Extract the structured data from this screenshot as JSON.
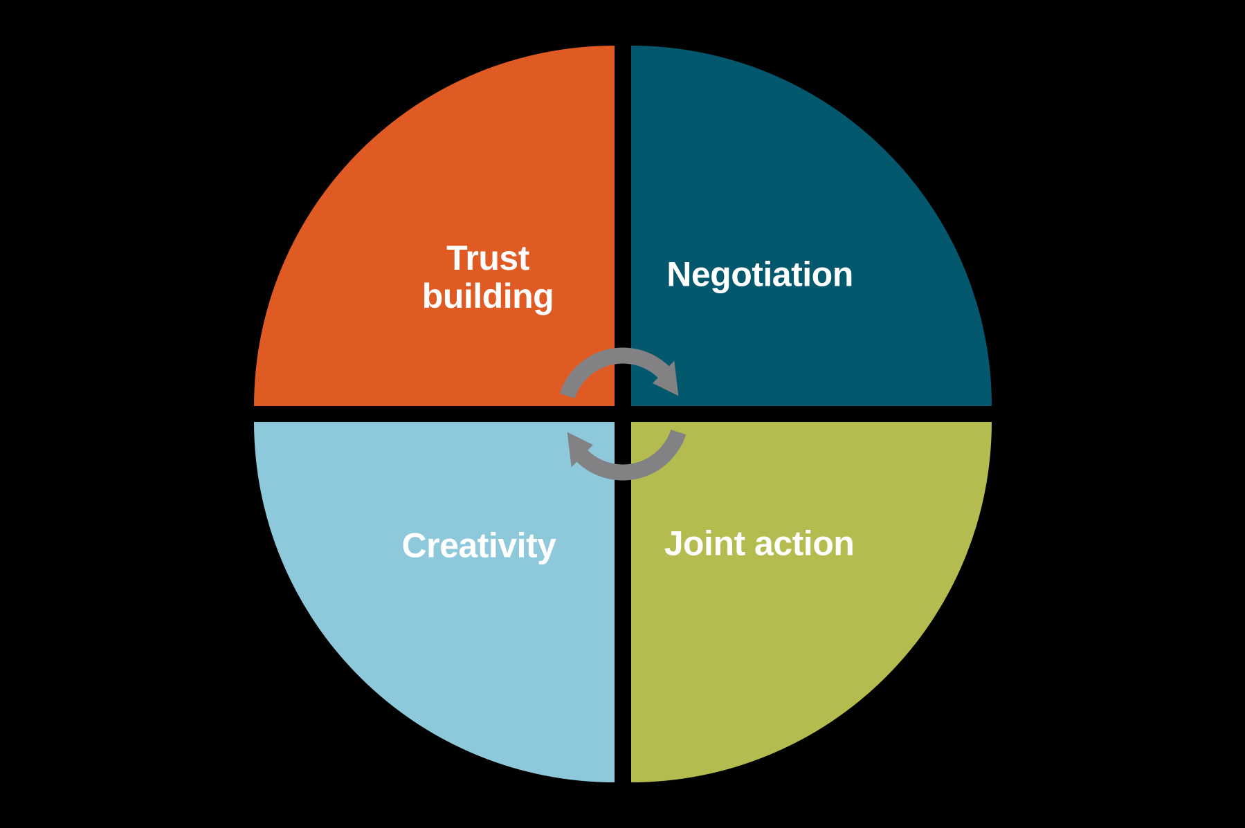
{
  "diagram": {
    "type": "cycle-quadrant-circle",
    "background_color": "#000000",
    "text_color": "#FFFFFF",
    "arrow": {
      "color": "#828285",
      "direction": "clockwise",
      "count": 2
    },
    "quadrants": [
      {
        "position": "top-left",
        "label": "Trust building",
        "color": "#DF5B23"
      },
      {
        "position": "top-right",
        "label": "Negotiation",
        "color": "#04586E"
      },
      {
        "position": "bottom-left",
        "label": "Creativity",
        "color": "#8EC9DB"
      },
      {
        "position": "bottom-right",
        "label": "Joint action",
        "color": "#B5BC4F"
      }
    ]
  }
}
